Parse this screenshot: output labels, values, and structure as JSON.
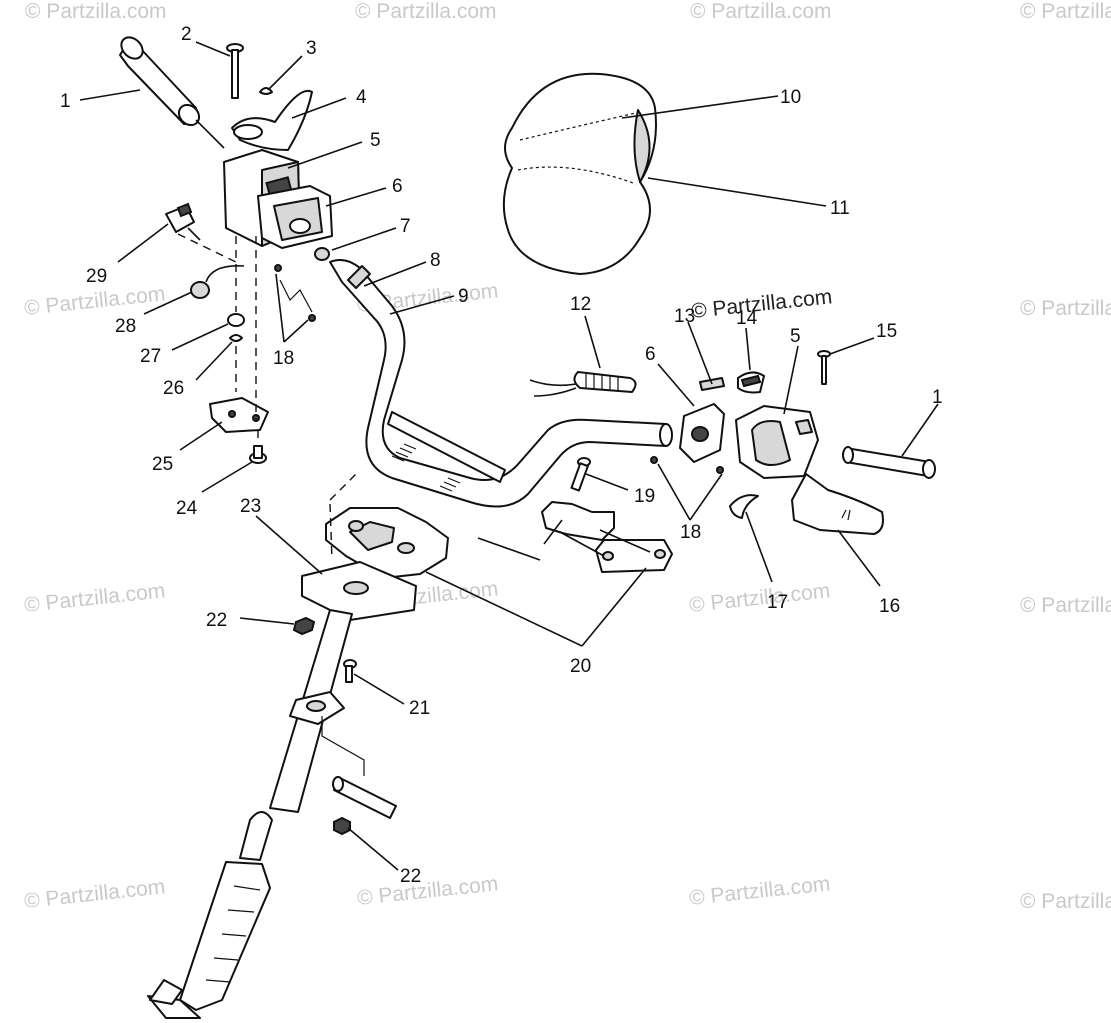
{
  "watermarks": {
    "text": "© Partzilla.com",
    "prominent": "© Partzilla.com"
  },
  "callouts": {
    "c1a": "1",
    "c2": "2",
    "c3": "3",
    "c4": "4",
    "c5a": "5",
    "c6a": "6",
    "c7": "7",
    "c8": "8",
    "c9": "9",
    "c10": "10",
    "c11": "11",
    "c12": "12",
    "c13": "13",
    "c14": "14",
    "c5b": "5",
    "c15": "15",
    "c6b": "6",
    "c1b": "1",
    "c29": "29",
    "c28": "28",
    "c27": "27",
    "c26": "26",
    "c18a": "18",
    "c25": "25",
    "c24": "24",
    "c23": "23",
    "c19": "19",
    "c18b": "18",
    "c17": "17",
    "c16": "16",
    "c22a": "22",
    "c20": "20",
    "c21": "21",
    "c22b": "22"
  },
  "colors": {
    "line": "#111111",
    "watermark": "#c9c9c9",
    "background": "#ffffff"
  }
}
